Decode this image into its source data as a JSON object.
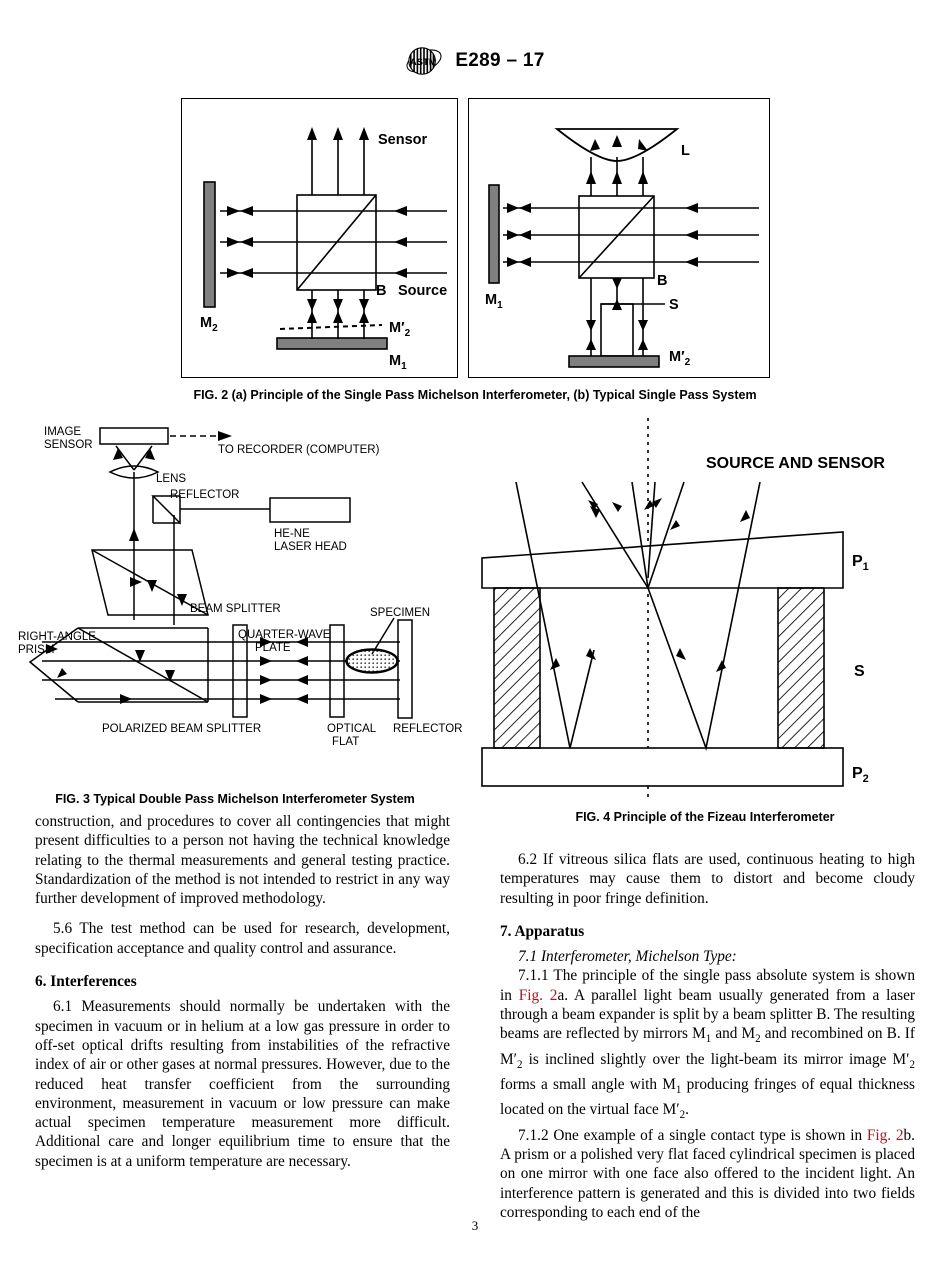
{
  "header": {
    "logo_icon": "astm-logo-icon",
    "standard_designation": "E289 – 17"
  },
  "figures": [
    {
      "id": "fig2",
      "caption": "FIG. 2  (a) Principle of the Single Pass Michelson Interferometer, (b) Typical Single Pass System",
      "panels": [
        {
          "id": "fig2a",
          "title": "Principle of the Single Pass Michelson Interferometer",
          "labels": {
            "sensor": "Sensor",
            "source": "Source",
            "beam_splitter": "B",
            "mirror_2": "M",
            "mirror_2_sub": "2",
            "mirror_1": "M",
            "mirror_1_sub": "1",
            "mirror_image": "M′",
            "mirror_image_sub": "2"
          }
        },
        {
          "id": "fig2b",
          "title": "Typical Single Pass System",
          "labels": {
            "lens": "L",
            "beam_splitter": "B",
            "specimen": "S",
            "mirror_1": "M",
            "mirror_1_sub": "1",
            "mirror_image": "M′",
            "mirror_image_sub": "2"
          }
        }
      ]
    },
    {
      "id": "fig3",
      "caption": "FIG. 3  Typical Double Pass Michelson Interferometer System",
      "labels": {
        "image_sensor_l1": "IMAGE",
        "image_sensor_l2": "SENSOR",
        "to_recorder": "TO RECORDER (COMPUTER)",
        "lens": "LENS",
        "reflector_top": "REFLECTOR",
        "laser_l1": "HE-NE",
        "laser_l2": "LASER HEAD",
        "beam_splitter": "BEAM SPLITTER",
        "right_angle_l1": "RIGHT-ANGLE",
        "right_angle_l2": "PRISM",
        "quarter_wave_l1": "QUARTER-WAVE",
        "quarter_wave_l2": "PLATE",
        "specimen": "SPECIMEN",
        "polarized_beam_splitter": "POLARIZED BEAM SPLITTER",
        "optical_flat_l1": "OPTICAL",
        "optical_flat_l2": "FLAT",
        "reflector_right": "REFLECTOR"
      }
    },
    {
      "id": "fig4",
      "caption": "FIG. 4  Principle of the Fizeau Interferometer",
      "labels": {
        "source_and_sensor": "SOURCE AND SENSOR",
        "plate_1": "P",
        "plate_1_sub": "1",
        "spacer": "S",
        "plate_2": "P",
        "plate_2_sub": "2"
      }
    }
  ],
  "body": {
    "left_column": {
      "paragraph_5_5_cont": "construction, and procedures to cover all contingencies that might present difficulties to a person not having the technical knowledge relating to the thermal measurements and general testing practice. Standardization of the method is not intended to restrict in any way further development of improved methodology.",
      "paragraph_5_6": "5.6 The test method can be used for research, development, specification acceptance and quality control and assurance.",
      "heading_6": "6. Interferences",
      "paragraph_6_1": "6.1 Measurements should normally be undertaken with the specimen in vacuum or in helium at a low gas pressure in order to off-set optical drifts resulting from instabilities of the refractive index of air or other gases at normal pressures. However, due to the reduced heat transfer coefficient from the surrounding environment, measurement in vacuum or low pressure can make actual specimen temperature measurement more difficult. Additional care and longer equilibrium time to ensure that the specimen is at a uniform temperature are necessary."
    },
    "right_column": {
      "paragraph_6_2": "6.2 If vitreous silica flats are used, continuous heating to high temperatures may cause them to distort and become cloudy resulting in poor fringe definition.",
      "heading_7": "7. Apparatus",
      "paragraph_7_1": "7.1 Interferometer, Michelson Type:",
      "paragraph_7_1_1_a": "7.1.1 The principle of the single pass absolute system is shown in ",
      "paragraph_7_1_1_xref": "Fig. 2",
      "paragraph_7_1_1_b": "a. A parallel light beam usually generated from a laser through a beam expander is split by a beam splitter B. The resulting beams are reflected by mirrors M",
      "paragraph_7_1_1_c": " and M",
      "paragraph_7_1_1_d": " and recombined on B. If M′",
      "paragraph_7_1_1_e": " is inclined slightly over the light-beam its mirror image M′",
      "paragraph_7_1_1_f": " forms a small angle with M",
      "paragraph_7_1_1_g": " producing fringes of equal thickness located on the virtual face M′",
      "paragraph_7_1_1_h": ".",
      "paragraph_7_1_2_a": "7.1.2 One example of a single contact type is shown in ",
      "paragraph_7_1_2_xref": "Fig. 2",
      "paragraph_7_1_2_b": "b. A prism or a polished very flat faced cylindrical specimen is placed on one mirror with one face also offered to the incident light. An interference pattern is generated and this is divided into two fields corresponding to each end of the"
    }
  },
  "footer": {
    "page_number": "3"
  },
  "colors": {
    "text": "#000000",
    "crossref": "#a01c22",
    "mirror_fill": "#808080",
    "background": "#ffffff"
  }
}
